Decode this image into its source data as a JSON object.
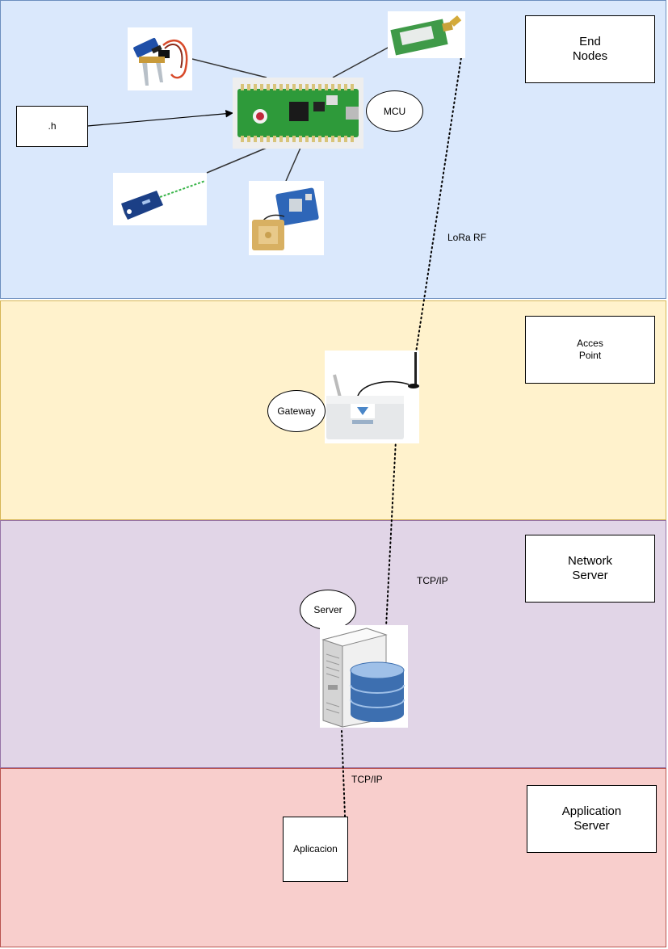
{
  "layers": {
    "end_nodes": "End\nNodes",
    "access_point": "Acces\nPoint",
    "network_server": "Network\nServer",
    "application_server": "Application\nServer"
  },
  "nodes": {
    "header_file": ".h",
    "mcu": "MCU",
    "gateway": "Gateway",
    "server": "Server",
    "app": "Aplicacion"
  },
  "links": {
    "lora": "LoRa RF",
    "tcp_ns": "TCP/IP",
    "tcp_as": "TCP/IP"
  },
  "colors": {
    "end_nodes_fill": "#dae8fc",
    "access_point_fill": "#fff2cc",
    "network_server_fill": "#e1d5e7",
    "application_server_fill": "#f8cecc"
  }
}
